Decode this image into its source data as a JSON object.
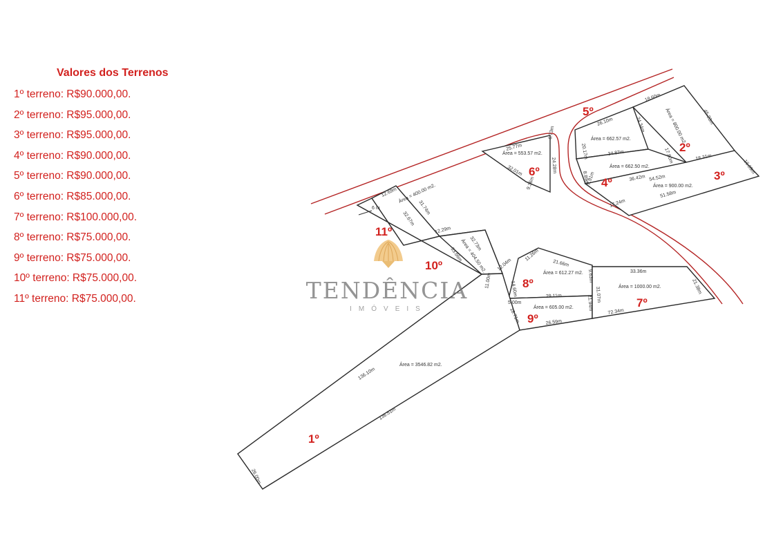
{
  "prices": {
    "title": "Valores dos Terrenos",
    "items": [
      "1º terreno: R$90.000,00.",
      "2º terreno: R$95.000,00.",
      "3º terreno: R$95.000,00.",
      "4º terreno: R$90.000,00.",
      "5º terreno: R$90.000,00.",
      "6º terreno: R$85.000,00.",
      "7º terreno: R$100.000,00.",
      "8º terreno: R$75.000,00.",
      "9º terreno: R$75.000,00.",
      "10º terreno: R$75.000,00.",
      "11º terreno: R$75.000,00."
    ]
  },
  "logo": {
    "name": "TENDÊNCIA",
    "sub": "IMÓVEIS"
  },
  "colors": {
    "accent": "#d2211e",
    "road": "#b42424",
    "logo_gold": "#e7b25c"
  },
  "lots": {
    "l1": {
      "num": "1º",
      "area": "Área = 3546.82  m2.",
      "m1": "136.10m",
      "m2": "136.51m",
      "m3": "26.00m",
      "m4": "11.00m"
    },
    "l2": {
      "num": "2º",
      "area": "Área = 800.00  m2.",
      "m1": "18.60m",
      "m2": "45.23m",
      "m3": "24.34m",
      "m4": "17.80m"
    },
    "l3": {
      "num": "3º",
      "area": "Área = 900.00  m2.",
      "m1": "18.31m",
      "m2": "16.89m",
      "m3": "54.52m",
      "m4": "51.58m"
    },
    "l4": {
      "num": "4º",
      "area": "Área = 662.50  m2.",
      "m1": "36.42m",
      "m2": "8.89m",
      "m3": "9.91m",
      "m4": "17.24m"
    },
    "l5": {
      "num": "5º",
      "area": "Área = 662.57  m2.",
      "m1": "26.10m",
      "m2": "20.17m",
      "m3": "34.87m"
    },
    "l6": {
      "num": "6º",
      "area": "Área = 553.57  m2.",
      "m1": "25.77m",
      "m2": "6.73m",
      "m3": "24.28m",
      "m4": "32.01m",
      "m5": "9.36m"
    },
    "l7": {
      "num": "7º",
      "area": "Área = 1000.00  m2.",
      "m1": "33.36m",
      "m2": "21.38m",
      "m3": "72.34m",
      "m4": "31.07m"
    },
    "l8": {
      "num": "8º",
      "area": "Área = 612.27  m2.",
      "m1": "21.66m",
      "m2": "11.26m",
      "m3": "9.63m",
      "m4": "14.60m"
    },
    "l9": {
      "num": "9º",
      "area": "Área = 605.00  m2.",
      "m1": "29.11m",
      "m2": "26.59m",
      "m3": "21.94m",
      "m4": "18.71m",
      "m5": "5.00m"
    },
    "l10": {
      "num": "10º",
      "area": "Área = 404.50  m2.",
      "m1": "32.73m",
      "m2": "33.66m",
      "m3": "12.04m"
    },
    "l11": {
      "num": "11º",
      "area": "Área = 400.00  m2.",
      "m1": "12.69m",
      "m2": "31.74m",
      "m3": "32.67m",
      "m4": "12.29m",
      "m5": "6 m"
    }
  }
}
